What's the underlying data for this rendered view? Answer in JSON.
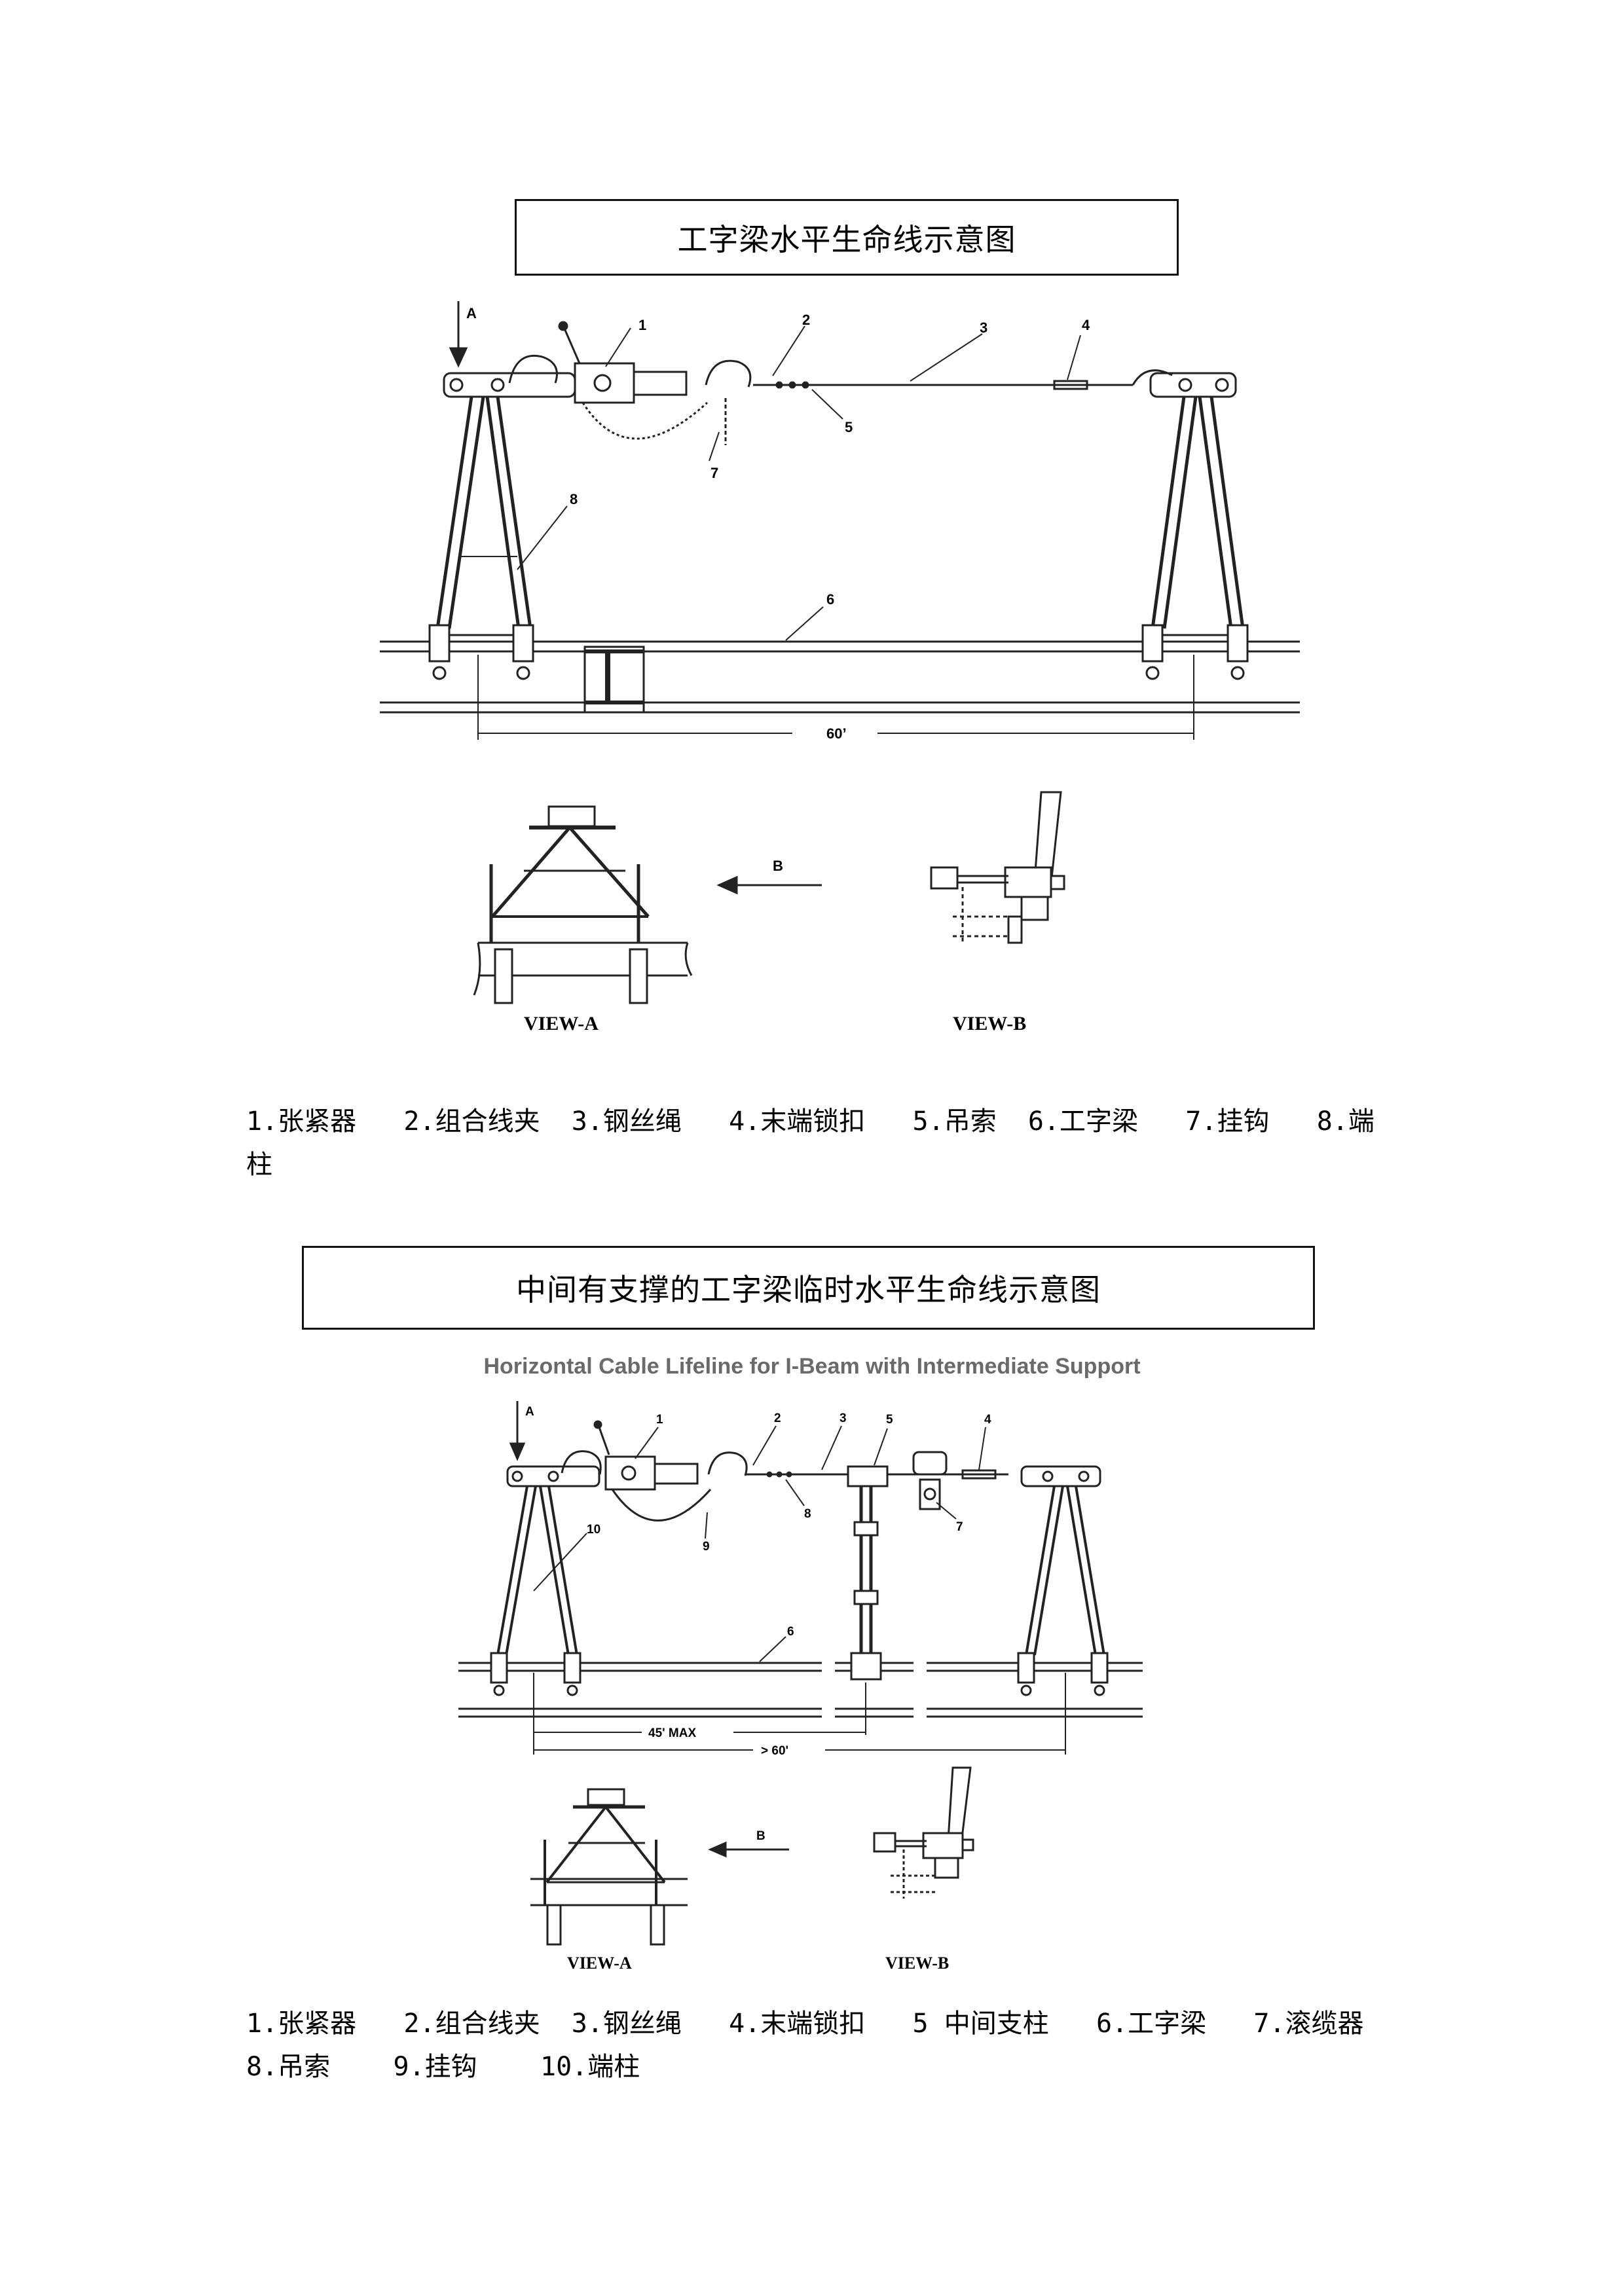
{
  "diagram1": {
    "title": "工字梁水平生命线示意图",
    "view_a_arrow": "A",
    "view_b_arrow": "B",
    "part_numbers": [
      "1",
      "2",
      "3",
      "4",
      "5",
      "6",
      "7",
      "8"
    ],
    "span_label": "60’",
    "view_a_label": "VIEW-A",
    "view_b_label": "VIEW-B",
    "legend_line1": "1.张紧器   2.组合线夹  3.钢丝绳   4.末端锁扣   5.吊索  6.工字梁   7.挂钩   8.端",
    "legend_line2": "柱"
  },
  "diagram2": {
    "title": "中间有支撑的工字梁临时水平生命线示意图",
    "subtitle": "Horizontal Cable Lifeline for I-Beam with Intermediate Support",
    "view_a_arrow": "A",
    "view_b_arrow": "B",
    "part_numbers": [
      "1",
      "2",
      "3",
      "5",
      "4",
      "8",
      "7",
      "10",
      "9",
      "6"
    ],
    "span_max_label": "45' MAX",
    "span_total_label": "> 60'",
    "view_a_label": "VIEW-A",
    "view_b_label": "VIEW-B",
    "legend_line1": "1.张紧器   2.组合线夹  3.钢丝绳   4.末端锁扣   5 中间支柱   6.工字梁   7.滚缆器",
    "legend_line2": "8.吊索    9.挂钩    10.端柱"
  }
}
